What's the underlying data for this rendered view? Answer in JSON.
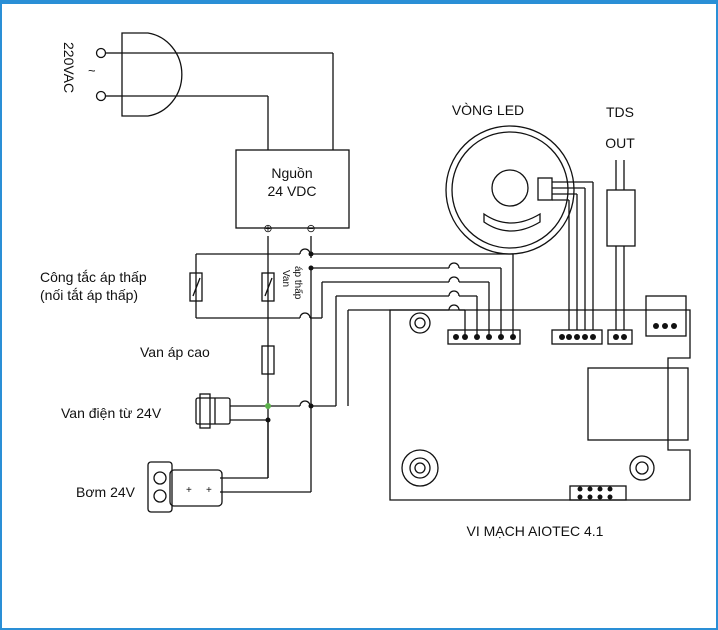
{
  "labels": {
    "mains": "220VAC",
    "ac_symbol": "~",
    "psu_line1": "Nguồn",
    "psu_line2": "24 VDC",
    "plus": "⊕",
    "minus": "⊖",
    "low_switch_line1": "Công tắc áp thấp",
    "low_switch_line2": "(nối tắt áp thấp)",
    "low_valve_line1": "Van",
    "low_valve_line2": "áp thấp",
    "high_valve": "Van áp cao",
    "solenoid": "Van điện từ 24V",
    "pump": "Bơm 24V",
    "pump_plus_a": "+",
    "pump_plus_b": "+",
    "led_ring": "VÒNG LED",
    "tds_line1": "TDS",
    "tds_line2": "OUT",
    "board": "VI MẠCH AIOTEC 4.1"
  },
  "colors": {
    "frame": "#2a8fd6",
    "wire": "#111111",
    "junction_green": "#5bb04a"
  }
}
